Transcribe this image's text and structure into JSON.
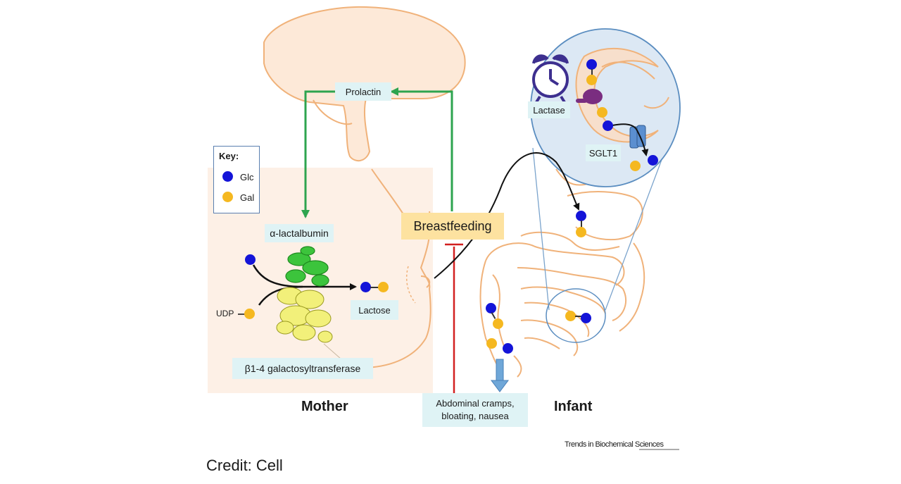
{
  "labels": {
    "prolactin": "Prolactin",
    "key_title": "Key:",
    "key_glc": "Glc",
    "key_gal": "Gal",
    "alpha_lactalbumin": "α-lactalbumin",
    "udp": "UDP",
    "lactose": "Lactose",
    "galactosyltransferase": "β1-4 galactosyltransferase",
    "breastfeeding": "Breastfeeding",
    "lactase": "Lactase",
    "sglt1": "SGLT1",
    "symptoms_line1": "Abdominal cramps,",
    "symptoms_line2": "bloating, nausea",
    "mother": "Mother",
    "infant": "Infant",
    "journal": "Trends in Biochemical Sciences",
    "credit": "Credit: Cell"
  },
  "colors": {
    "glc": "#1414d8",
    "gal": "#f5b820",
    "body_outline": "#f0b27a",
    "label_box": "#dff3f5",
    "breastfeeding_box": "#fde2a0",
    "stimulate_arrow": "#2ea44f",
    "inhibit_line": "#d22020",
    "zoom_fill": "#dce8f4",
    "transporter": "#5b8fd0",
    "lactase_enzyme": "#7a2d80",
    "alpha_lactalbumin_protein": "#3cc43c",
    "galactosyltransferase_protein": "#f2f07a",
    "excretion_arrow": "#6fa7d8"
  },
  "icons": [
    "alarm-clock-icon",
    "transporter-icon",
    "protein-structure-icon"
  ]
}
